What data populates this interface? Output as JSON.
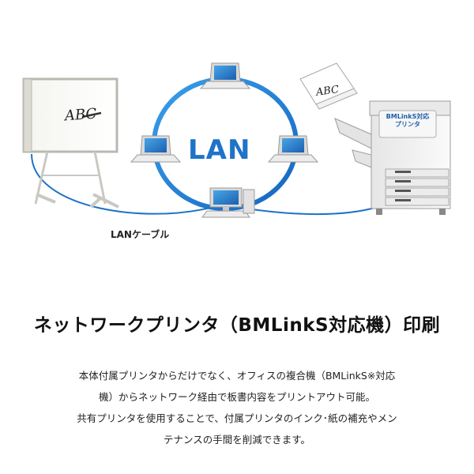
{
  "diagram": {
    "network_label": "LAN",
    "cable_label": "LANケーブル",
    "whiteboard_text": "ABC",
    "paper_text": "ABC",
    "printer_label_lines": [
      "BMLinkS対応",
      "プリンタ"
    ],
    "accent_color": "#1f73c8"
  },
  "headline": "ネットワークプリンタ（BMLinkS対応機）印刷",
  "body_lines": [
    "本体付属プリンタからだけでなく、オフィスの複合機（BMLinkS※対応",
    "機）からネットワーク経由で板書内容をプリントアウト可能。",
    "共有プリンタを使用することで、付属プリンタのインク･紙の補充やメン",
    "テナンスの手間を削減できます。"
  ]
}
